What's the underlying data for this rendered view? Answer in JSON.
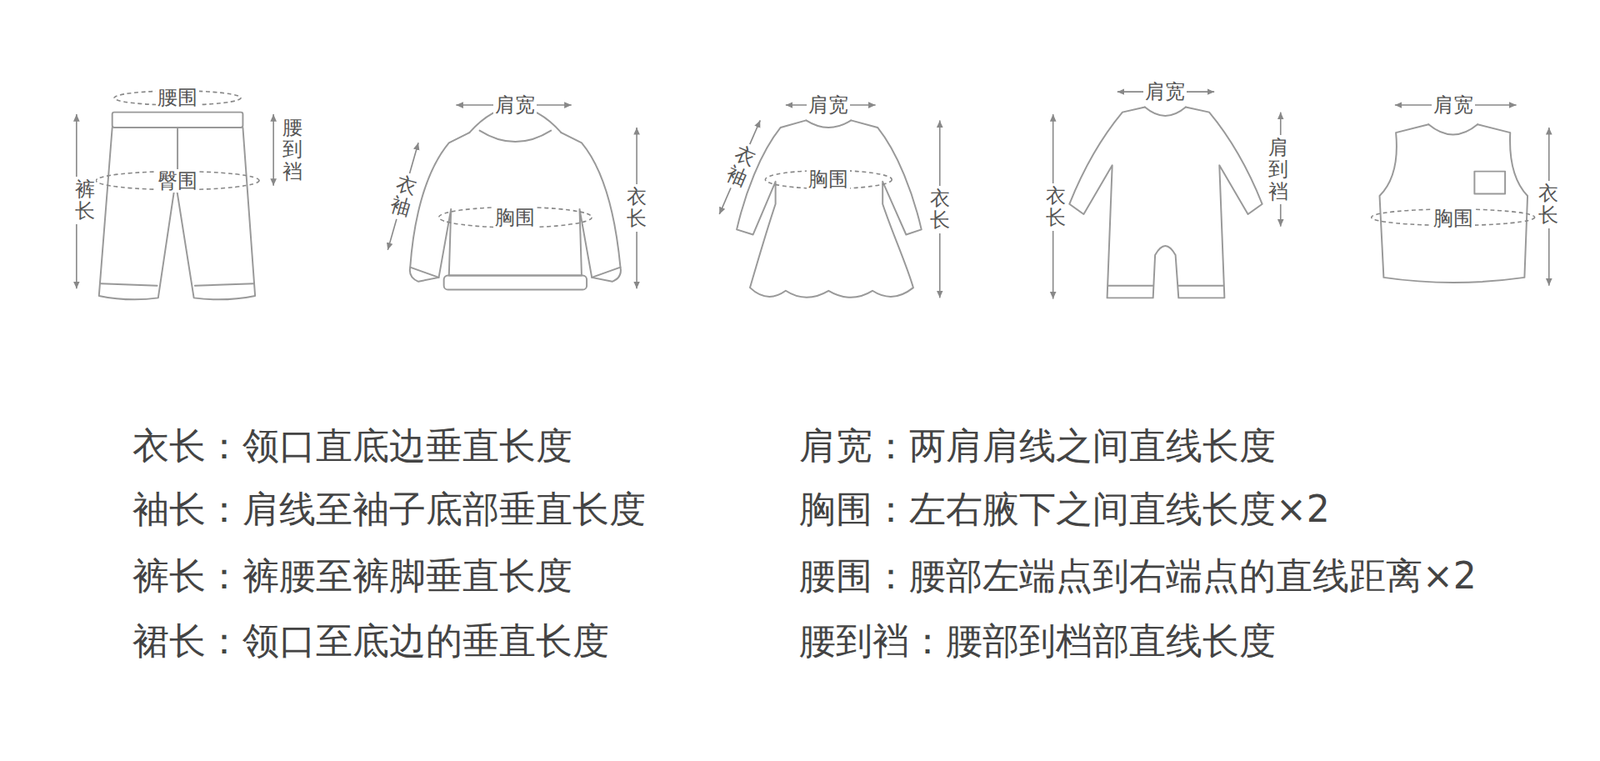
{
  "diagram": {
    "labels": [
      "腰围",
      "腰到裆",
      "裤长",
      "臀围",
      "肩宽",
      "衣袖",
      "胸围",
      "衣长",
      "肩宽",
      "衣袖",
      "胸围",
      "衣长",
      "肩宽",
      "衣长",
      "肩到裆",
      "肩宽",
      "胸围",
      "衣长",
      "衣长：领口直底边垂直长度",
      "袖长：肩线至袖子底部垂直长度",
      "裤长：裤腰至裤脚垂直长度",
      "裙长：领口至底边的垂直长度",
      "肩宽：两肩肩线之间直线长度",
      "胸围：左右腋下之间直线长度×2",
      "腰围：腰部左端点到右端点的直线距离×2",
      "腰到裆：腰部到档部直线长度"
    ]
  }
}
